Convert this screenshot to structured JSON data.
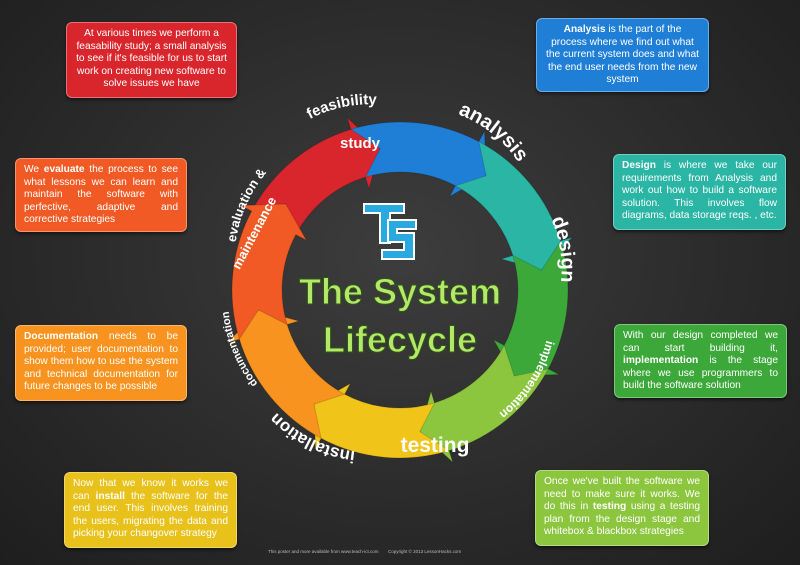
{
  "diagram": {
    "title_line1": "The System",
    "title_line2": "Lifecycle",
    "stages": [
      {
        "key": "feasibility",
        "label": "feasibility",
        "label2": "study",
        "color": "#d9262c"
      },
      {
        "key": "analysis",
        "label": "analysis",
        "color": "#1f7fd6"
      },
      {
        "key": "design",
        "label": "design",
        "color": "#2ab5a4"
      },
      {
        "key": "implementation",
        "label": "implementation",
        "color": "#3da83a"
      },
      {
        "key": "testing",
        "label": "testing",
        "color": "#8cc63f"
      },
      {
        "key": "installation",
        "label": "installation",
        "color": "#f0c419"
      },
      {
        "key": "documentation",
        "label": "documentation",
        "color": "#f7931e"
      },
      {
        "key": "evaluation",
        "label": "evaluation &",
        "label2": "maintenance",
        "color": "#f15a24"
      }
    ]
  },
  "boxes": {
    "feasibility": {
      "text": "At various times we perform a feasability study; a small analysis to see if it's feasible for us to start work on creating new software to solve issues we have",
      "color": "#d9262c"
    },
    "analysis": {
      "bold": "Analysis",
      "text": " is the part of the process where we find out what the current system does and what the end user needs from the new system",
      "color": "#1f7fd6"
    },
    "evaluation": {
      "pre": "We ",
      "bold": "evaluate",
      "text": " the process to see what lessons we can learn and maintain the software with perfective, adaptive and corrective strategies",
      "color": "#f15a24"
    },
    "design": {
      "bold": "Design",
      "text": " is where we take our requirements from Analysis and work out how to build a software solution. This involves flow diagrams, data storage reqs. , etc.",
      "color": "#2ab5a4"
    },
    "documentation": {
      "bold": "Documentation",
      "text": " needs to be provided; user documentation to show them how to use the system and technical documentation for future changes to be possible",
      "color": "#f7931e"
    },
    "implementation": {
      "pre": "With our design completed we can start building it, ",
      "bold": "implementation",
      "text": " is the stage where we use programmers to build the software solution",
      "color": "#3da83a"
    },
    "installation": {
      "pre": "Now that we know it works we can ",
      "bold": "install",
      "text": " the software for the end user. This involves training the users, migrating the data and picking your changover strategy",
      "color": "#e8c11a"
    },
    "testing": {
      "pre": "Once we've built the software we need to make sure it works. We do this in ",
      "bold": "testing",
      "text": " using a testing plan from the design stage and whitebox & blackbox strategies",
      "color": "#8cc63f"
    }
  },
  "footer": {
    "left": "This poster and more available from www.teach-ict.com",
    "right": "Copyright © 2013 LessonHacks.com"
  }
}
